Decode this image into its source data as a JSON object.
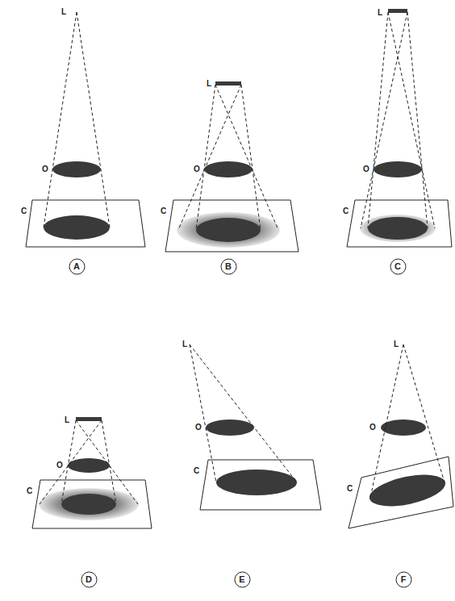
{
  "diagram": {
    "nodes": [
      {
        "text": [
          "A"
        ]
      },
      {
        "text": [
          "B"
        ]
      },
      {
        "text": [
          "C"
        ]
      },
      {
        "text": [
          "D"
        ]
      },
      {
        "text": [
          "E"
        ]
      },
      {
        "text": [
          "F"
        ]
      }
    ],
    "labels": [
      "L",
      "O",
      "C",
      "L",
      "O",
      "C",
      "L",
      "O",
      "C",
      "L",
      "O",
      "C",
      "L",
      "O",
      "C",
      "L",
      "O",
      "C"
    ]
  }
}
